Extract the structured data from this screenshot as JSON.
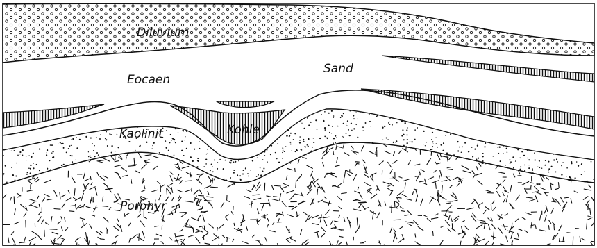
{
  "figure": {
    "layers": [
      {
        "id": "diluvium",
        "label": "Diluvium",
        "pattern": "circles"
      },
      {
        "id": "eocaen",
        "label": "Eocaen",
        "pattern": "blank"
      },
      {
        "id": "sand",
        "label": "Sand",
        "pattern": "blank"
      },
      {
        "id": "kohle",
        "label": "Kohle",
        "pattern": "vertical-hatch"
      },
      {
        "id": "kaolinit",
        "label": "Kaolinit",
        "pattern": "stipple"
      },
      {
        "id": "porphyr",
        "label": "Porphyr",
        "pattern": "random-dashes"
      }
    ],
    "colors": {
      "ink": "#111111",
      "paper": "#ffffff"
    }
  }
}
